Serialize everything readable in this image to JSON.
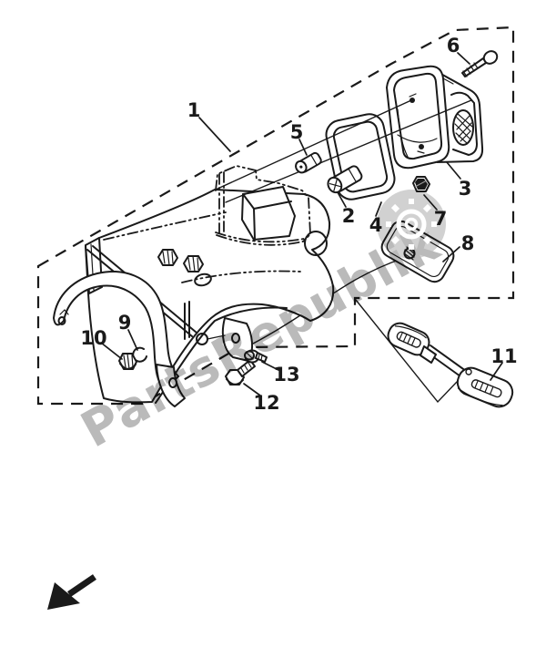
{
  "diagram": {
    "watermark_text": "PartsRepublik",
    "callouts": [
      "1",
      "2",
      "3",
      "4",
      "5",
      "6",
      "7",
      "8",
      "9",
      "10",
      "11",
      "12",
      "13"
    ],
    "colors": {
      "line": "#1a1a1a",
      "watermark": "#a9a9a9",
      "watermark_badge": "#c6c6c6",
      "background": "#ffffff"
    },
    "icon_names": [
      "gear-icon",
      "direction-arrow-icon"
    ]
  }
}
